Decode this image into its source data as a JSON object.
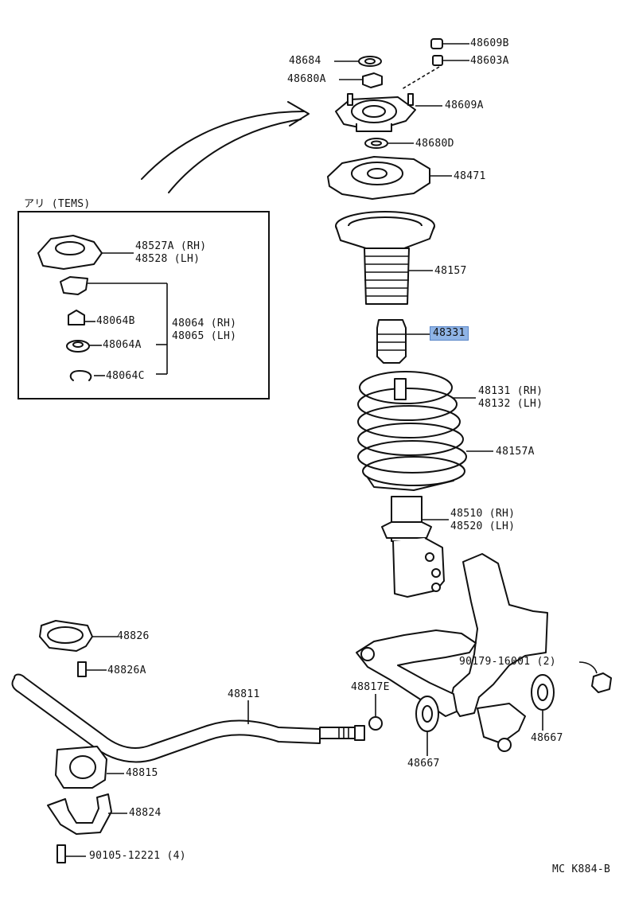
{
  "diagram_code": "MC K884-B",
  "inset": {
    "title": "アリ (TEMS)"
  },
  "labels": {
    "p48609B": "48609B",
    "p48603A": "48603A",
    "p48684": "48684",
    "p48680A": "48680A",
    "p48609A": "48609A",
    "p48680D": "48680D",
    "p48471": "48471",
    "p48157": "48157",
    "p48331": "48331",
    "p48131_rh": "48131 (RH)",
    "p48132_lh": "48132 (LH)",
    "p48157A": "48157A",
    "p48510_rh": "48510 (RH)",
    "p48520_lh": "48520 (LH)",
    "p48527A_rh": "48527A (RH)",
    "p48528_lh": "48528 (LH)",
    "p48064B": "48064B",
    "p48064A": "48064A",
    "p48064C": "48064C",
    "p48064_rh": "48064 (RH)",
    "p48065_lh": "48065 (LH)",
    "p48826": "48826",
    "p48826A": "48826A",
    "p48811": "48811",
    "p48817E": "48817E",
    "p90179": "90179-16001 (2)",
    "p48667_a": "48667",
    "p48667_b": "48667",
    "p48815": "48815",
    "p48824": "48824",
    "p90105": "90105-12221 (4)"
  },
  "highlight": {
    "part": "48331",
    "color": "#8fb4e6"
  }
}
